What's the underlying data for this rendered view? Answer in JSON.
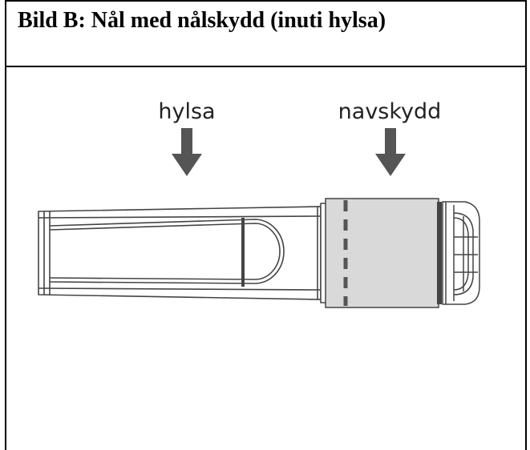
{
  "title": "Bild B: Nål med nålskydd (inuti hylsa)",
  "labels": {
    "sleeve": "hylsa",
    "hub_cover": "navskydd"
  },
  "colors": {
    "outline": "#444444",
    "arrow": "#555555",
    "hub_fill": "#d9d9d9",
    "border": "#000000"
  }
}
